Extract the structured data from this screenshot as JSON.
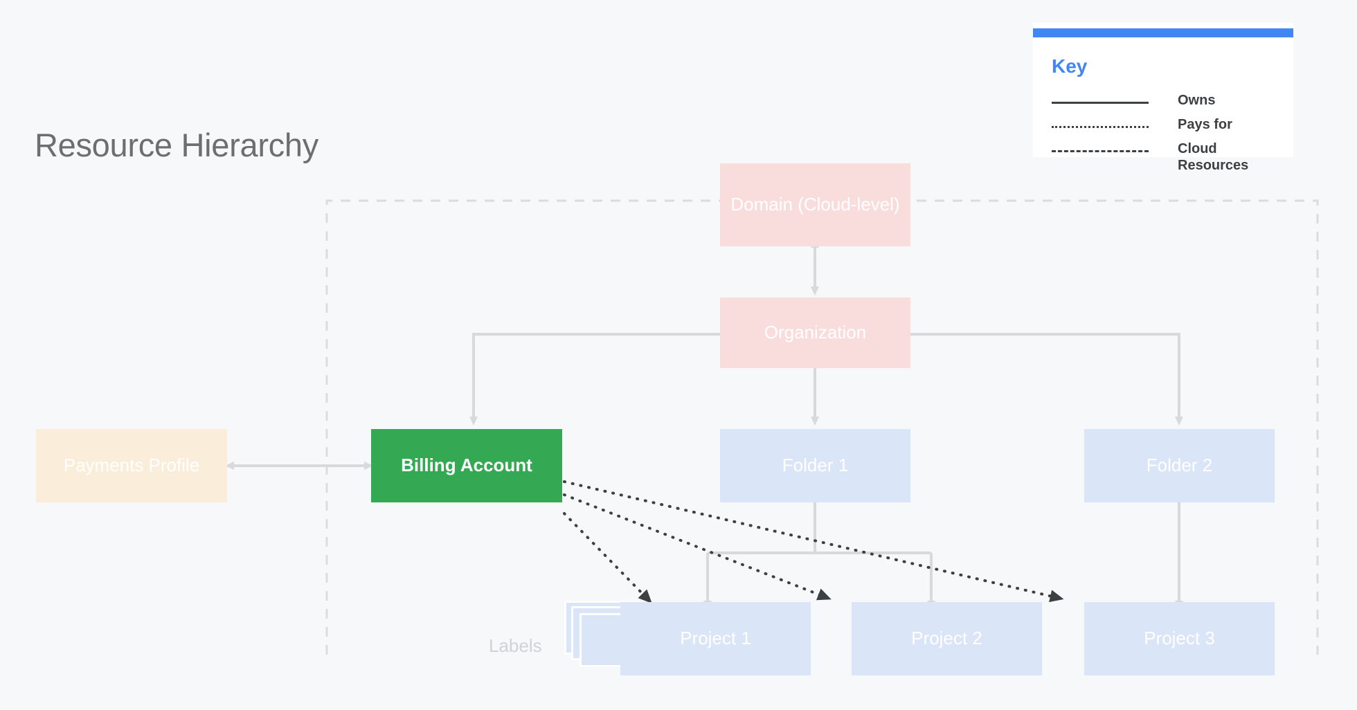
{
  "page": {
    "title": "Resource Hierarchy",
    "background_color": "#f7f8fa"
  },
  "key_panel": {
    "title": "Key",
    "accent_color": "#4285f4",
    "items": [
      {
        "line_style": "solid",
        "label": "Owns"
      },
      {
        "line_style": "dotted",
        "label": "Pays for"
      },
      {
        "line_style": "dashed",
        "label": "Cloud\nResources"
      }
    ]
  },
  "diagram": {
    "labels_caption": "Labels",
    "nodes": {
      "domain": {
        "label": "Domain (Cloud-level)",
        "color": "#f9dcdc"
      },
      "org": {
        "label": "Organization",
        "color": "#f9dcdc"
      },
      "billing": {
        "label": "Billing Account",
        "color": "#34a853"
      },
      "payments": {
        "label": "Payments Profile",
        "color": "#faeeda"
      },
      "folder1": {
        "label": "Folder 1",
        "color": "#dbe5f8"
      },
      "folder2": {
        "label": "Folder 2",
        "color": "#dbe5f8"
      },
      "project1": {
        "label": "Project 1",
        "color": "#dbe5f8"
      },
      "project2": {
        "label": "Project 2",
        "color": "#dbe5f8"
      },
      "project3": {
        "label": "Project 3",
        "color": "#dbe5f8"
      }
    },
    "connections": [
      {
        "from": "domain",
        "to": "org",
        "style": "owns",
        "arrows": "both"
      },
      {
        "from": "org",
        "to": "billing",
        "style": "owns",
        "arrows": "end"
      },
      {
        "from": "org",
        "to": "folder1",
        "style": "owns",
        "arrows": "end"
      },
      {
        "from": "org",
        "to": "folder2",
        "style": "owns",
        "arrows": "end"
      },
      {
        "from": "payments",
        "to": "billing",
        "style": "owns",
        "arrows": "both"
      },
      {
        "from": "folder1",
        "to": "project1",
        "style": "owns",
        "arrows": "end"
      },
      {
        "from": "folder1",
        "to": "project2",
        "style": "owns",
        "arrows": "end"
      },
      {
        "from": "folder2",
        "to": "project3",
        "style": "owns",
        "arrows": "end"
      },
      {
        "from": "billing",
        "to": "project1",
        "style": "pays-for",
        "arrows": "end"
      },
      {
        "from": "billing",
        "to": "project2",
        "style": "pays-for",
        "arrows": "end"
      },
      {
        "from": "billing",
        "to": "project3",
        "style": "pays-for",
        "arrows": "end"
      }
    ],
    "cloud_resources_boundary": {
      "style": "dashed"
    }
  }
}
